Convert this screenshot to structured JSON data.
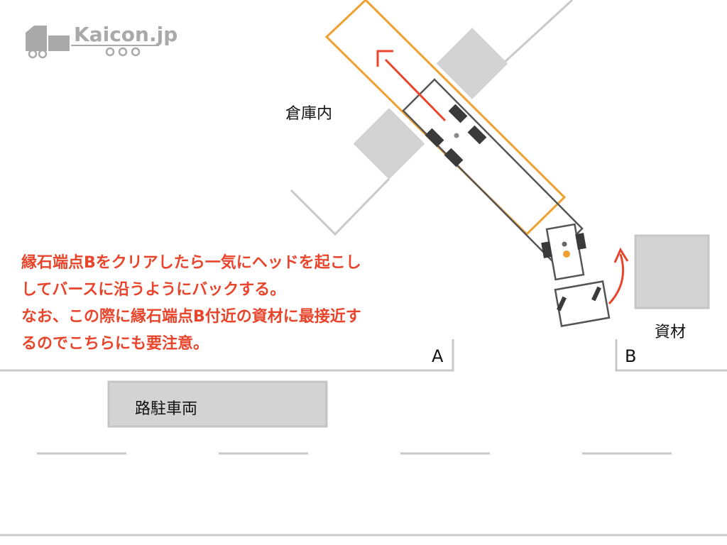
{
  "logo": {
    "text": "Kaicon.jp",
    "icon": "truck-logo-icon"
  },
  "labels": {
    "warehouse": "倉庫内",
    "material": "資材",
    "parked_vehicle": "路駐車両",
    "point_a": "A",
    "point_b": "B"
  },
  "note": {
    "lines": [
      "縁石端点Bをクリアしたら一気にヘッドを起こし",
      "してバースに沿うようにバックする。",
      "なお、この際に縁石端点B付近の資材に最接近す",
      "るのでこちらにも要注意。"
    ]
  },
  "colors": {
    "note_text": "#e8452c",
    "berth_outline": "#f0a030",
    "arrow": "#e8452c",
    "gray_block": "#d3d3d3",
    "outline_gray": "#c8c8c8",
    "vehicle_outline": "#555555",
    "tire": "#333333",
    "indicator_orange": "#f0a030"
  }
}
